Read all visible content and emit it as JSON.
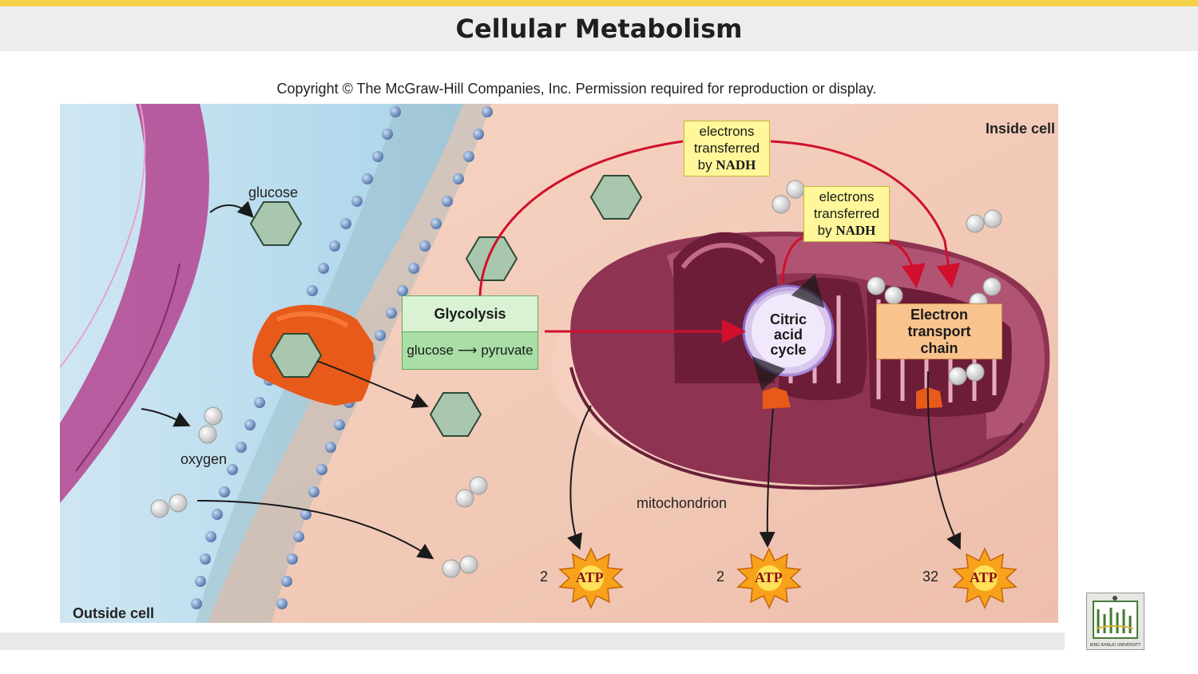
{
  "slide": {
    "title": "Cellular Metabolism",
    "copyright": "Copyright © The McGraw-Hill Companies, Inc. Permission required for reproduction or display."
  },
  "diagram": {
    "labels": {
      "glucose": "glucose",
      "oxygen": "oxygen",
      "outside_cell": "Outside cell",
      "inside_cell": "Inside cell",
      "mitochondrion": "mitochondrion"
    },
    "glycolysis": {
      "title": "Glycolysis",
      "equation_from": "glucose",
      "equation_to": "pyruvate"
    },
    "citric_acid_cycle": [
      "Citric",
      "acid",
      "cycle"
    ],
    "electron_transport_chain": [
      "Electron",
      "transport",
      "chain"
    ],
    "callouts": [
      {
        "lines": [
          "electrons",
          "transferred",
          "by"
        ],
        "carrier": "NADH"
      },
      {
        "lines": [
          "electrons",
          "transferred",
          "by"
        ],
        "carrier": "NADH"
      }
    ],
    "atp_yields": [
      {
        "count": "2",
        "label": "ATP"
      },
      {
        "count": "2",
        "label": "ATP"
      },
      {
        "count": "32",
        "label": "ATP"
      }
    ],
    "colors": {
      "accent_bar": "#f5d04a",
      "membrane_heads": "#5b7fb5",
      "arrow_red": "#d0102c",
      "cytoplasm": "#f2c7b6",
      "mitochondrion": "#8e3452",
      "glycolysis_box": "#a9dea6",
      "callout": "#fff79a",
      "etc_box": "#f8c38d"
    }
  },
  "logo": {
    "text": "KING KHALID UNIVERSITY"
  }
}
